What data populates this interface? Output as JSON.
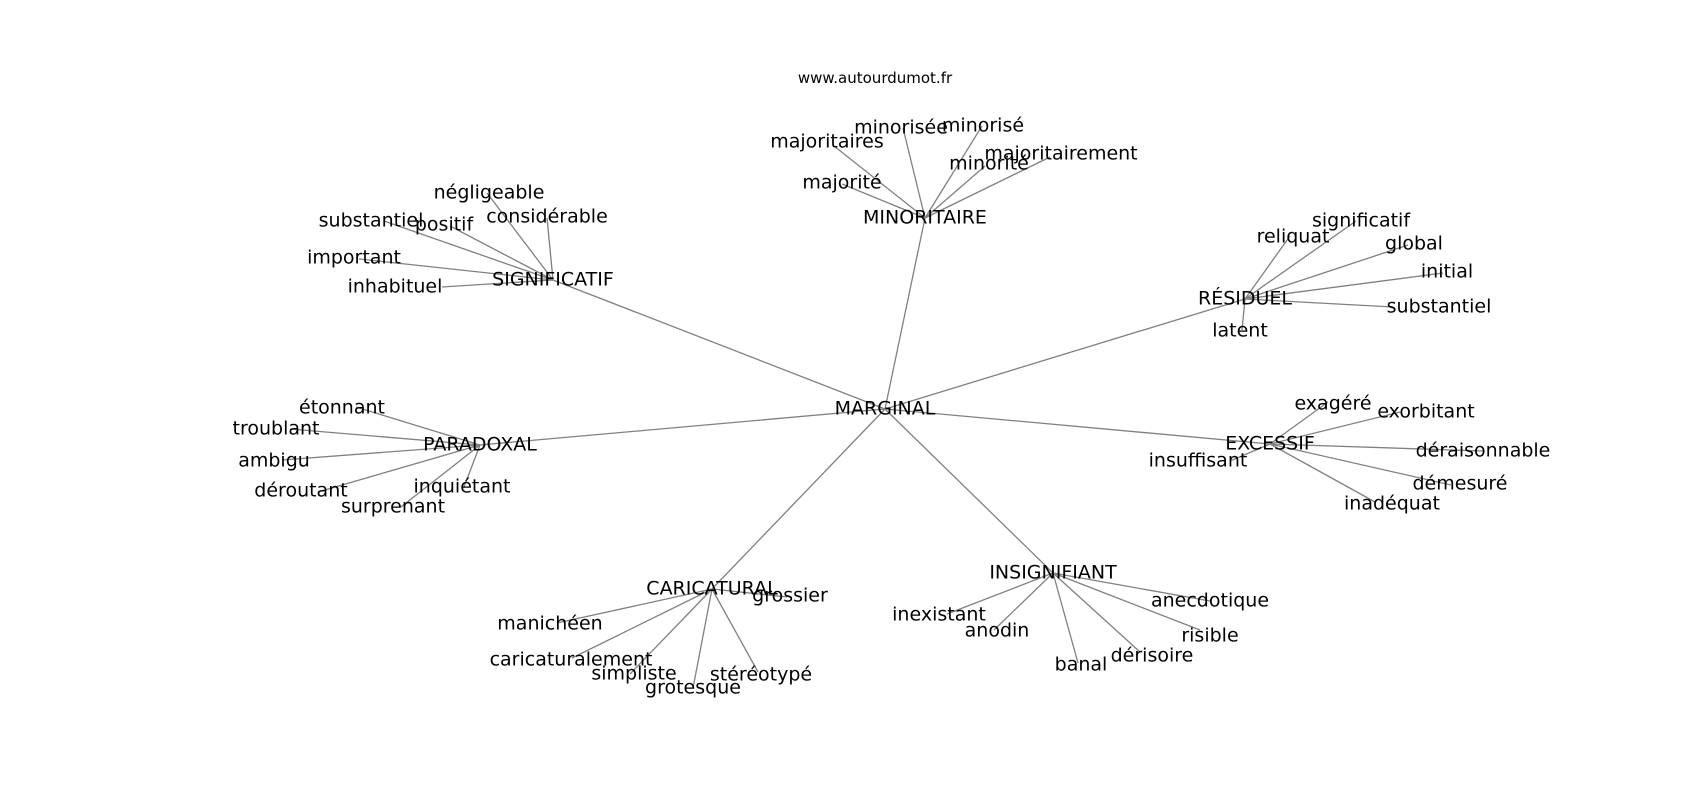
{
  "header": {
    "site": "www.autourdumot.fr"
  },
  "colors": {
    "edge": "#808080",
    "text": "#000000",
    "background": "#ffffff"
  },
  "graph": {
    "root": "MARGINAL",
    "hubs": [
      {
        "id": "hub-minoritaire",
        "label": "MINORITAIRE",
        "leaves": [
          "minorisée",
          "minorisé",
          "majoritaires",
          "majoritairement",
          "minorité",
          "majorité"
        ]
      },
      {
        "id": "hub-significatif",
        "label": "SIGNIFICATIF",
        "leaves": [
          "négligeable",
          "considérable",
          "substantiel",
          "positif",
          "important",
          "inhabituel"
        ]
      },
      {
        "id": "hub-residuel",
        "label": "RÉSIDUEL",
        "leaves": [
          "significatif",
          "reliquat",
          "global",
          "initial",
          "substantiel",
          "latent"
        ]
      },
      {
        "id": "hub-paradoxal",
        "label": "PARADOXAL",
        "leaves": [
          "étonnant",
          "troublant",
          "ambigu",
          "déroutant",
          "inquiétant",
          "surprenant"
        ]
      },
      {
        "id": "hub-excessif",
        "label": "EXCESSIF",
        "leaves": [
          "exagéré",
          "exorbitant",
          "déraisonnable",
          "démesuré",
          "inadéquat",
          "insuffisant"
        ]
      },
      {
        "id": "hub-caricatural",
        "label": "CARICATURAL",
        "leaves": [
          "grossier",
          "manichéen",
          "caricaturalement",
          "simpliste",
          "grotesque",
          "stéréotypé"
        ]
      },
      {
        "id": "hub-insignifiant",
        "label": "INSIGNIFIANT",
        "leaves": [
          "inexistant",
          "anodin",
          "anecdotique",
          "risible",
          "banal",
          "dérisoire"
        ]
      }
    ]
  }
}
